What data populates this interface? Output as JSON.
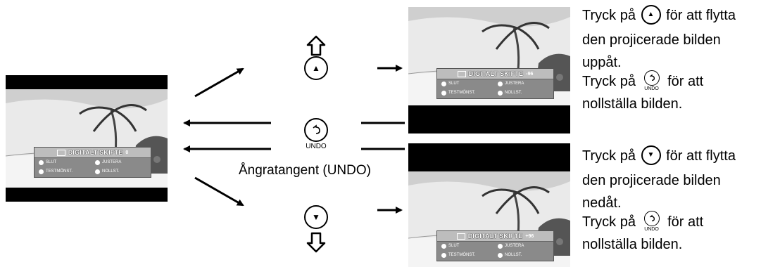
{
  "osd_left": {
    "title": "DIGITALT SKIFTE",
    "value": "0",
    "row1_left": "SLUT",
    "row1_right": "JUSTERA",
    "row2_left": "TESTMÖNST.",
    "row2_right": "NOLLST."
  },
  "osd_top": {
    "title": "DIGITALT SKIFTE",
    "value": "-96",
    "row1_left": "SLUT",
    "row1_right": "JUSTERA",
    "row2_left": "TESTMÖNST.",
    "row2_right": "NOLLST."
  },
  "osd_bottom": {
    "title": "DIGITALT SKIFTE",
    "value": "+96",
    "row1_left": "SLUT",
    "row1_right": "JUSTERA",
    "row2_left": "TESTMÖNST.",
    "row2_right": "NOLLST."
  },
  "undo_key_caption": "UNDO",
  "undo_key_label": "Ångratangent (UNDO)",
  "instructions_up": {
    "line1_before": "Tryck på",
    "line1_after": "för att flytta",
    "line2": "den projicerade bilden",
    "line3": "uppåt.",
    "line4_before": "Tryck på",
    "line4_after": "för att",
    "line5": "nollställa bilden."
  },
  "instructions_down": {
    "line1_before": "Tryck på",
    "line1_after": "för att flytta",
    "line2": "den projicerade bilden",
    "line3": "nedåt.",
    "line4_before": "Tryck på",
    "line4_after": "för att",
    "line5": "nollställa bilden."
  },
  "small_undo_caption": "UNDO"
}
